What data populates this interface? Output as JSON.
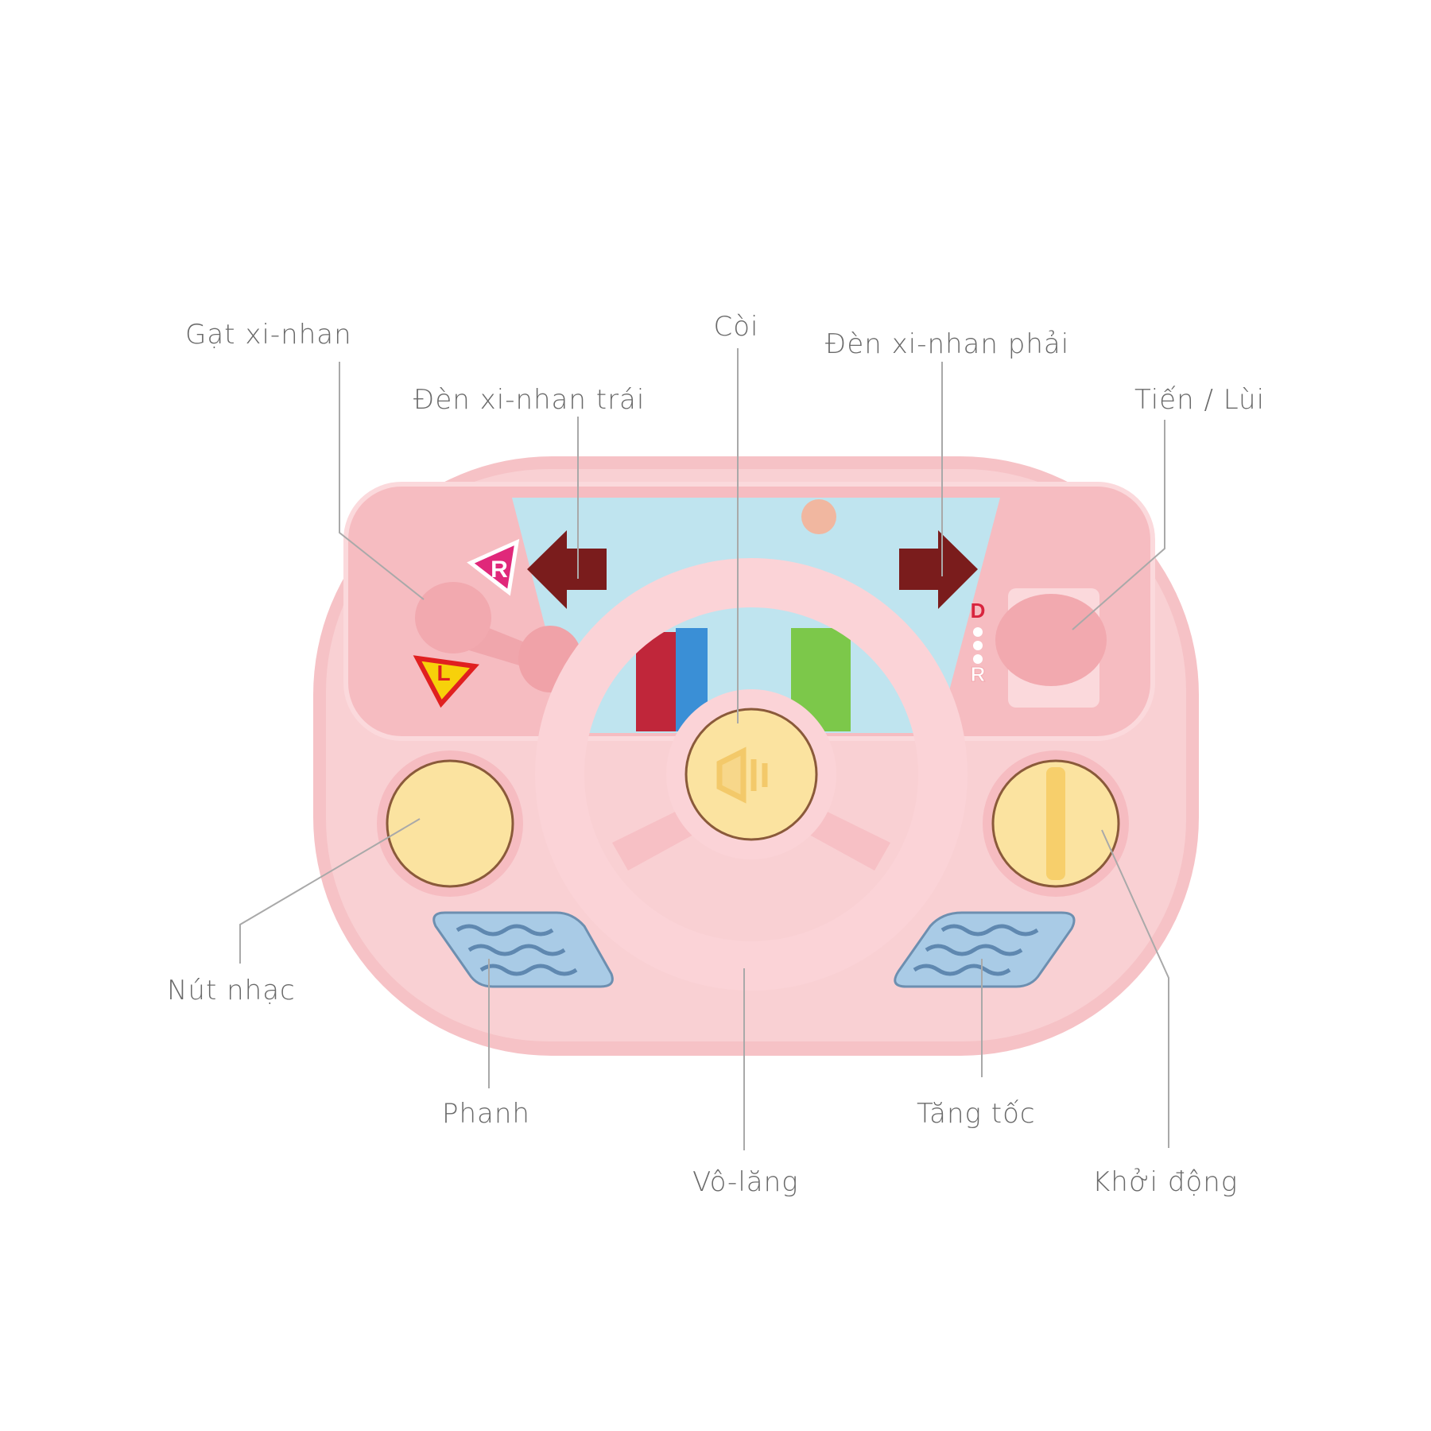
{
  "labels": {
    "turn_lever": "Gạt xi-nhan",
    "horn": "Còi",
    "right_signal": "Đèn xi-nhan phải",
    "left_signal": "Đèn xi-nhan trái",
    "gear": "Tiến / Lùi",
    "music_button": "Nút nhạc",
    "brake": "Phanh",
    "accelerator": "Tăng tốc",
    "steering_wheel": "Vô-lăng",
    "ignition": "Khởi động"
  },
  "toy_markings": {
    "left_sign": "L",
    "right_sign": "R",
    "drive": "D",
    "reverse": "R"
  },
  "colors": {
    "body": "#f8c9cc",
    "button": "#fbe3a0",
    "pedal": "#a9cbe6",
    "signal": "#7a1c1c"
  }
}
